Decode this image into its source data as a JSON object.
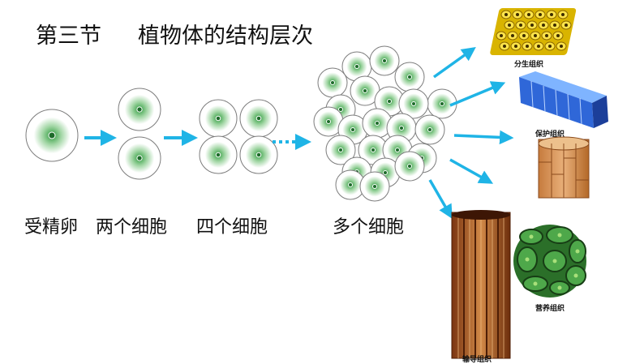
{
  "header": {
    "section": "第三节",
    "title": "植物体的结构层次"
  },
  "stages": [
    {
      "label": "受精卵"
    },
    {
      "label": "两个细胞"
    },
    {
      "label": "四个细胞"
    },
    {
      "label": "多个细胞"
    }
  ],
  "tissues": [
    {
      "label": "分生组织"
    },
    {
      "label": "保护组织"
    },
    {
      "label": ""
    },
    {
      "label": "营养组织"
    },
    {
      "label": "输导组织"
    }
  ],
  "colors": {
    "arrow": "#1fb4e6",
    "cell_edge": "#ffffff",
    "cell_center": "#2e9a3e",
    "meristem": "#f2d21b",
    "protective": "#2f67d8",
    "conductive": "#b8612a",
    "nutrient": "#2f7a2c"
  }
}
